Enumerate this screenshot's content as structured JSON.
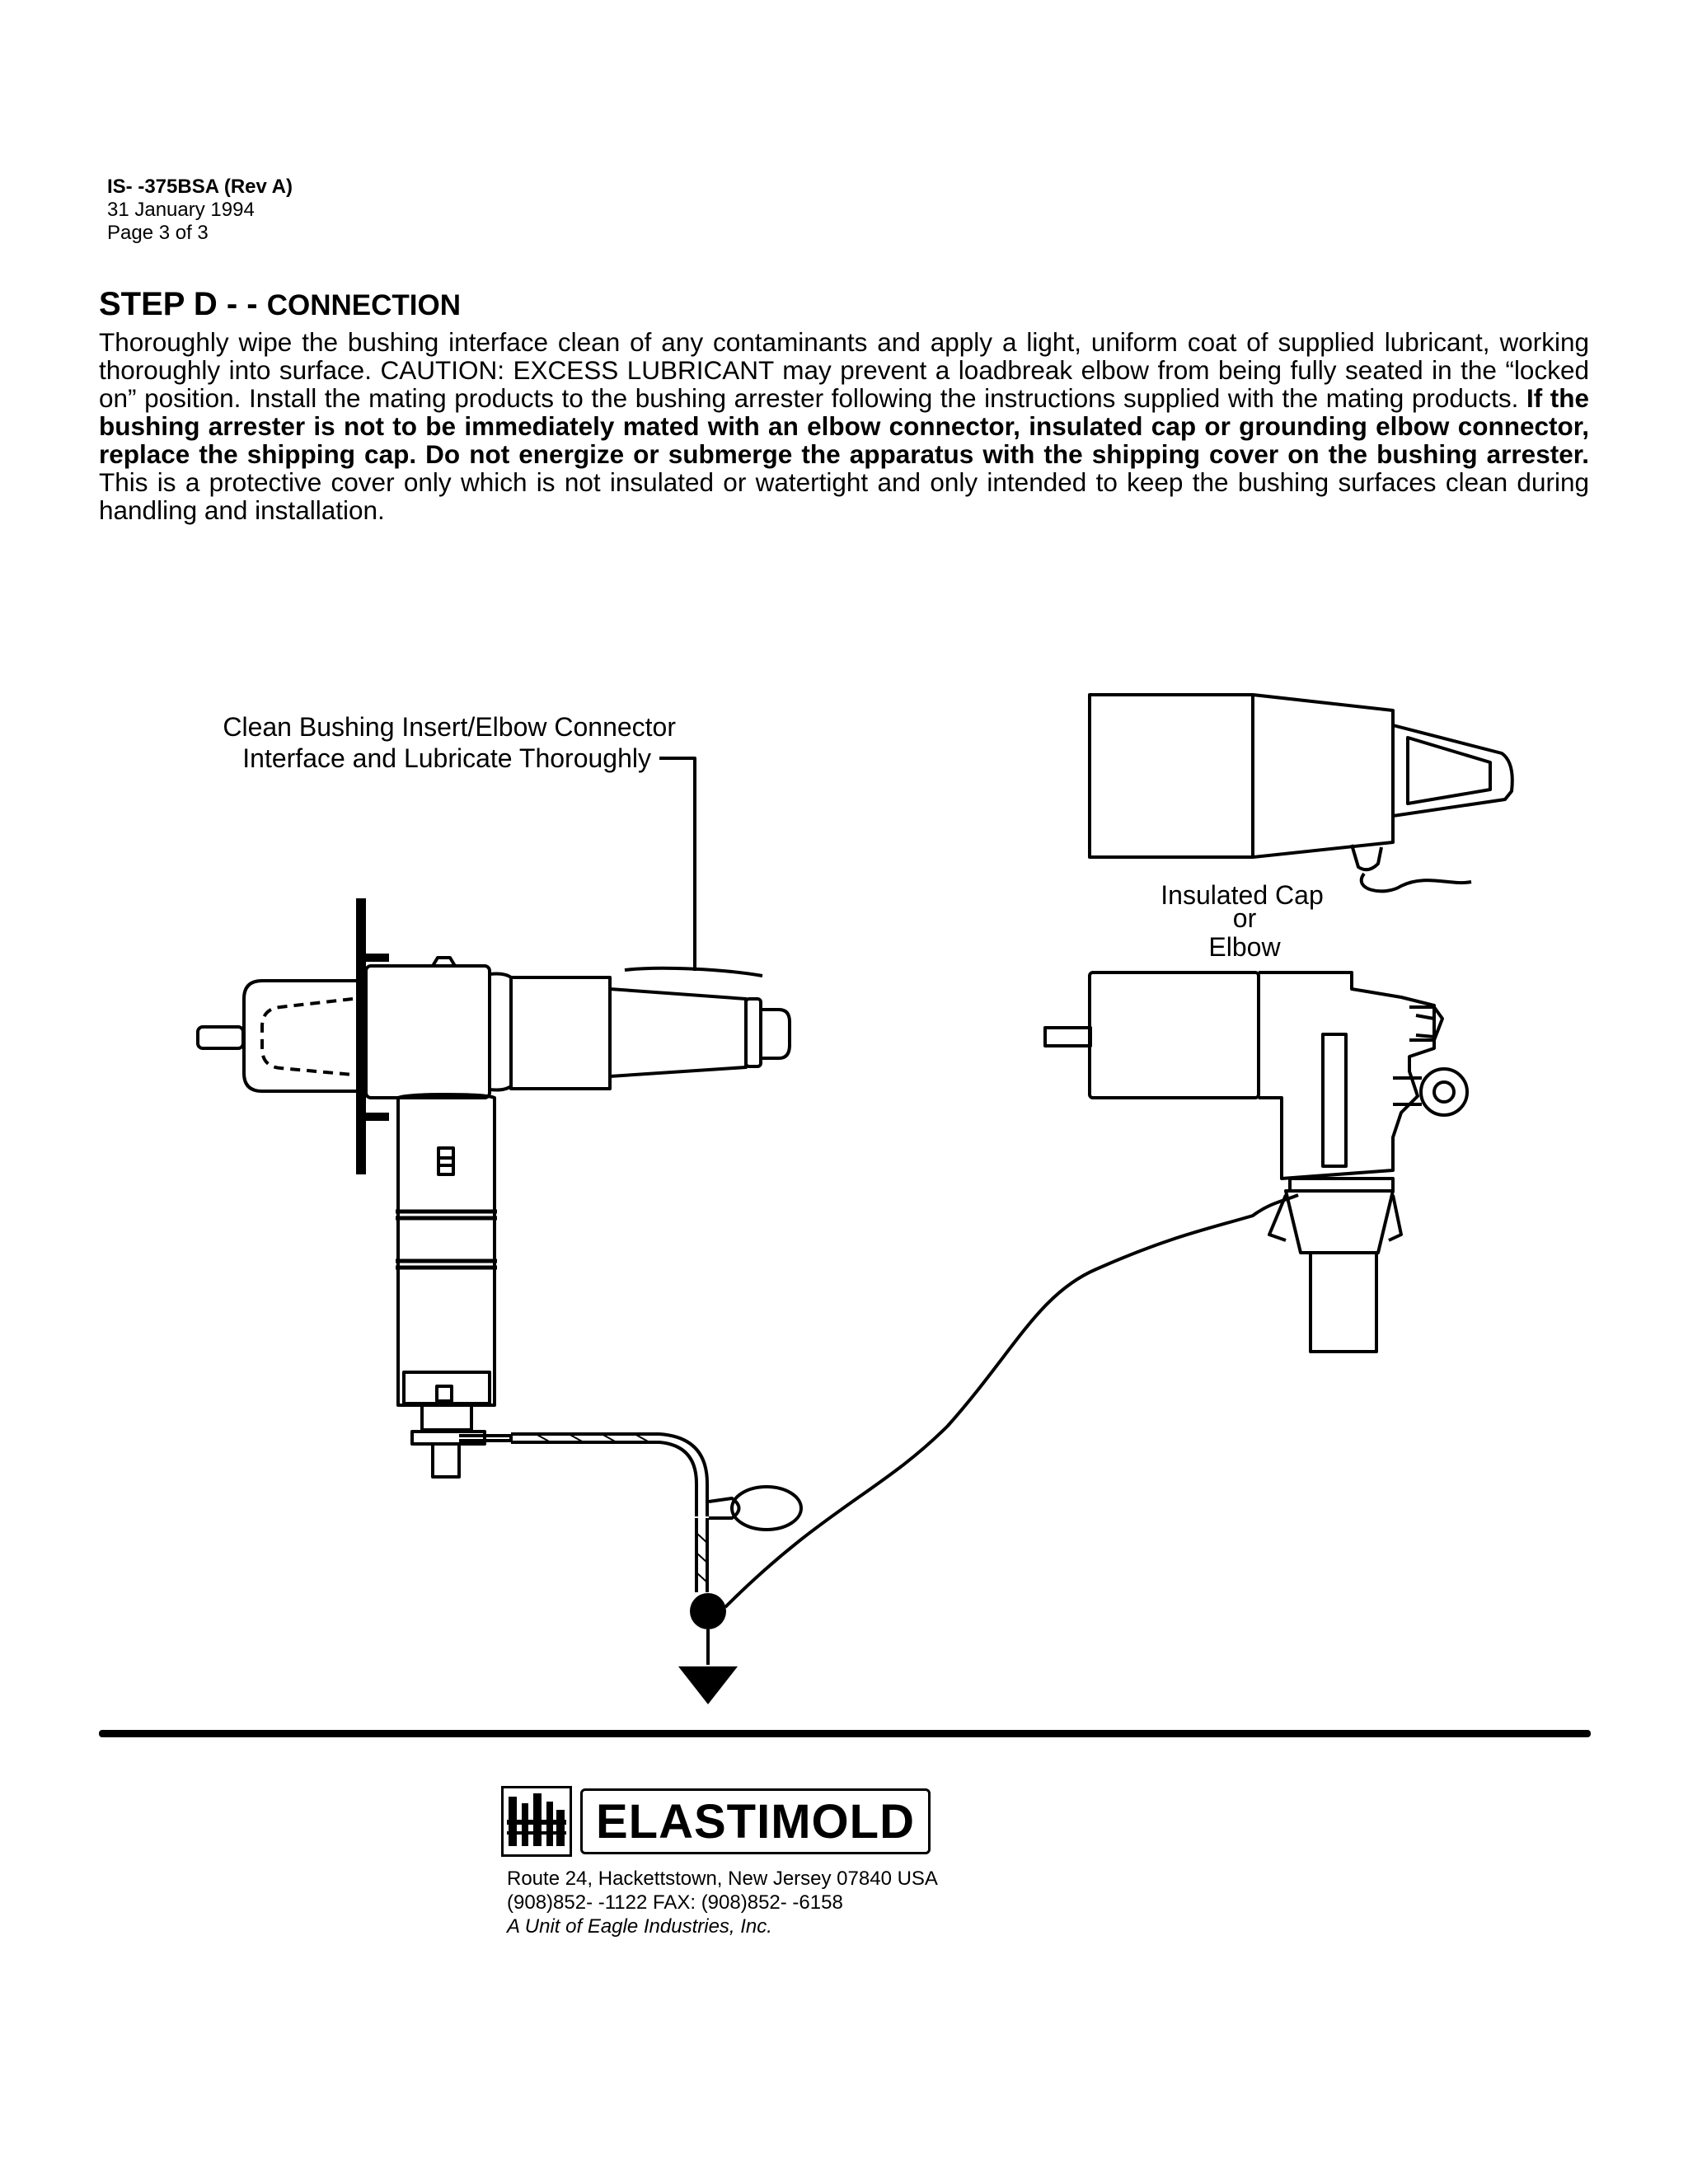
{
  "header": {
    "doc_id": "IS- -375BSA (Rev A)",
    "date": "31 January 1994",
    "page": "Page 3 of 3"
  },
  "step": {
    "lead": "STEP D - - ",
    "title": "CONNECTION",
    "para_1": "Thoroughly wipe the bushing interface clean of any contaminants and apply a light, uniform coat of supplied lubricant, working thoroughly into surface. CAUTION: EXCESS LUBRICANT may prevent a loadbreak elbow from being fully seated in the “locked on” position.  Install the mating products to the bushing arrester following the instructions supplied with the mating products. ",
    "para_bold": "If the bushing arrester is not to be immediately mated with an elbow connector, insulated cap or grounding elbow connector, replace the shipping cap.  Do not energize or submerge the apparatus with the shipping cover on the bushing arrester.",
    "para_2": " This is a protective cover only which is not insulated or watertight and only intended to keep the bushing surfaces clean during handling and installation."
  },
  "figure": {
    "callout_line1": "Clean Bushing Insert/Elbow Connector",
    "callout_line2": "Interface and Lubricate Thoroughly",
    "cap_label_1": "Insulated Cap",
    "cap_label_2": "or",
    "cap_label_3": "Elbow"
  },
  "footer": {
    "brand": "ELASTIMOLD",
    "address": "Route 24, Hackettstown, New Jersey 07840 USA",
    "phone": "(908)852- -1122  FAX: (908)852- -6158",
    "unit": "A Unit of Eagle Industries, Inc."
  }
}
